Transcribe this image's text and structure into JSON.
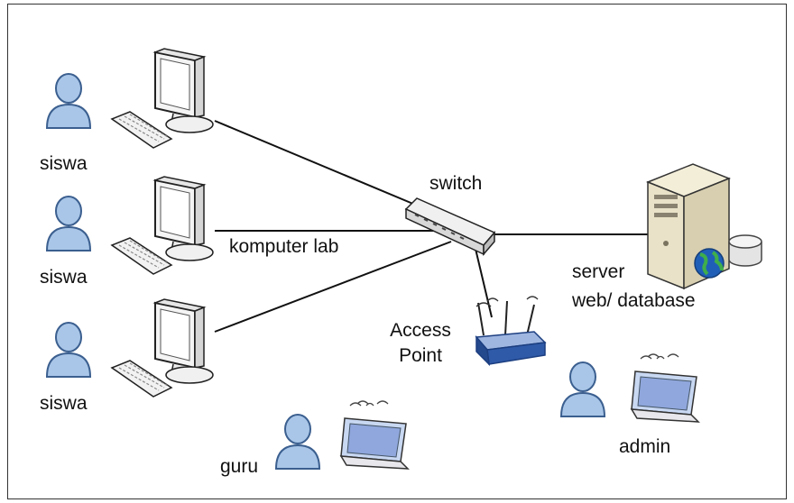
{
  "labels": {
    "student": "siswa",
    "switch": "switch",
    "lab": "komputer lab",
    "server_line1": "server",
    "server_line2": "web/ database",
    "ap_line1": "Access",
    "ap_line2": "Point",
    "teacher": "guru",
    "admin": "admin"
  },
  "icons": {
    "user": "user-icon",
    "monitor": "monitor-icon",
    "keyboard": "keyboard-icon",
    "switch": "network-switch-icon",
    "server": "server-tower-icon",
    "database": "database-icon",
    "globe": "globe-icon",
    "router": "wireless-router-icon",
    "laptop": "laptop-icon"
  },
  "colors": {
    "user_fill": "#a9c6e8",
    "user_stroke": "#3b5f8f",
    "line": "#111111",
    "router": "#2f5aa8",
    "server": "#e9e2c8"
  }
}
